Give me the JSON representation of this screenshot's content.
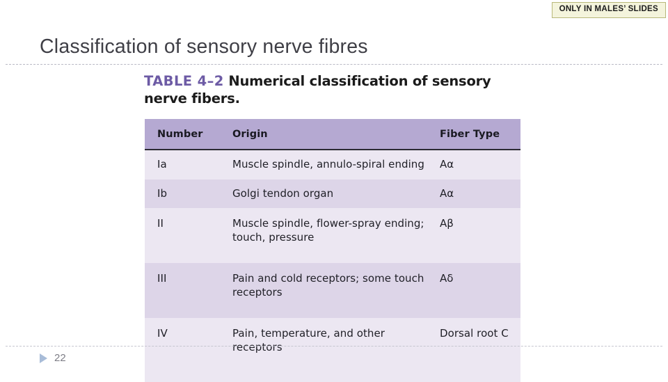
{
  "badge": {
    "label": "ONLY IN MALES’ SLIDES",
    "bg_color": "#f4f4dc",
    "border_color": "#b8b87a"
  },
  "slide": {
    "title": "Classification of sensory nerve fibres",
    "title_color": "#3f3f46"
  },
  "table_figure": {
    "caption_number": "TABLE 4–2",
    "caption_text": "Numerical classification of sensory nerve fibers.",
    "number_color": "#6d5ba5",
    "header_bg": "#b5a9d2",
    "row_light": "#ece7f2",
    "row_dark": "#ddd5e8",
    "columns": [
      "Number",
      "Origin",
      "Fiber Type"
    ],
    "rows": [
      {
        "number": "Ia",
        "origin": "Muscle spindle, annulo-spiral ending",
        "fiber_type": "Aα"
      },
      {
        "number": "Ib",
        "origin": "Golgi tendon organ",
        "fiber_type": "Aα"
      },
      {
        "number": "II",
        "origin": "Muscle spindle, flower-spray ending; touch, pressure",
        "fiber_type": "Aβ"
      },
      {
        "number": "III",
        "origin": "Pain and cold receptors; some touch receptors",
        "fiber_type": "Aδ"
      },
      {
        "number": "IV",
        "origin": "Pain, temperature, and other receptors",
        "fiber_type": "Dorsal root C"
      }
    ]
  },
  "footer": {
    "page_number": "22",
    "marker_icon": "triangle-right-icon",
    "marker_color": "#a8bcd8"
  }
}
